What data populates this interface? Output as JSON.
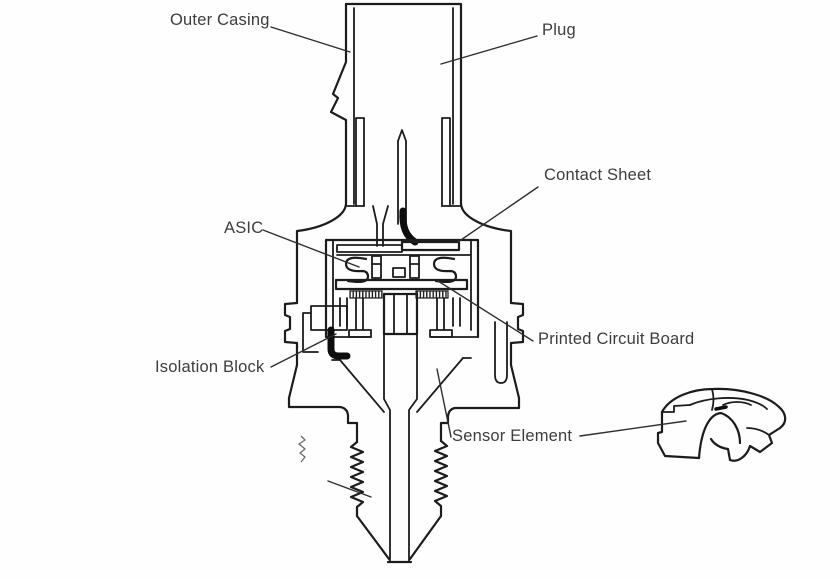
{
  "page": {
    "background": "#fefefe",
    "description": "Cross-section line diagram of a pressure sensor with labeled components and a separate 3D sensor-cell part at lower right"
  },
  "diagram": {
    "type": "technical-cross-section",
    "colors": {
      "line": "#1c1c1c",
      "label_text": "#3d3d3d",
      "background": "#fefefe"
    },
    "labels": [
      {
        "id": "outer-casing",
        "text": "Outer Casing"
      },
      {
        "id": "plug",
        "text": "Plug"
      },
      {
        "id": "contact-sheet",
        "text": "Contact Sheet"
      },
      {
        "id": "asic",
        "text": "ASIC"
      },
      {
        "id": "printed-circuit-board",
        "text": "Printed Circuit Board"
      },
      {
        "id": "isolation-block",
        "text": "Isolation Block"
      },
      {
        "id": "sensor-element",
        "text": "Sensor Element"
      }
    ]
  }
}
